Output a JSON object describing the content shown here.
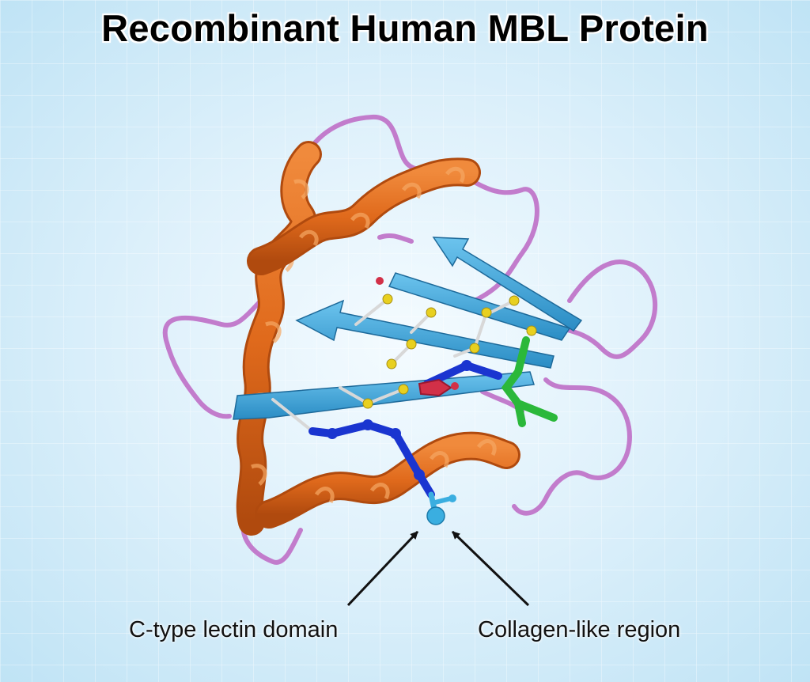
{
  "title": "Recombinant Human MBL Protein",
  "labels": {
    "left": "C-type lectin domain",
    "right": "Collagen-like region"
  },
  "colors": {
    "helix": "#e06a1c",
    "sheet": "#3aa8dc",
    "loop": "#c27ccc",
    "disulfide": "#e8d020",
    "residue_blue": "#1a35d0",
    "residue_green": "#2bb83a",
    "residue_red": "#d23048",
    "ion": "#3aaee0"
  }
}
